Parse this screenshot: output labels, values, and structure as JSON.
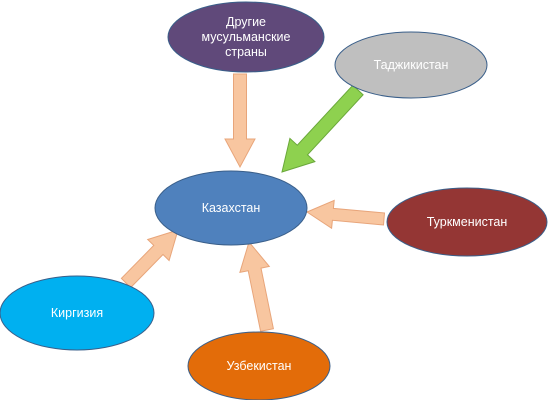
{
  "colors": {
    "background": "#ffffff",
    "arrow_fill": "#f8c6a0",
    "arrow_stroke": "#e8a57a",
    "highlight_arrow_fill": "#8ed14f",
    "highlight_arrow_stroke": "#6aa83a",
    "node_stroke": "#3a5f8a"
  },
  "nodes": [
    {
      "id": "other",
      "label_lines": [
        "Другие",
        "мусульманские",
        "страны"
      ],
      "fill": "#60497a"
    },
    {
      "id": "tajikistan",
      "label_lines": [
        "Таджикистан"
      ],
      "fill": "#bfbfbf"
    },
    {
      "id": "kazakhstan",
      "label_lines": [
        "Казахстан"
      ],
      "fill": "#4f81bd"
    },
    {
      "id": "turkmenistan",
      "label_lines": [
        "Туркменистан"
      ],
      "fill": "#943634"
    },
    {
      "id": "kyrgyzstan",
      "label_lines": [
        "Киргизия"
      ],
      "fill": "#00b0f0"
    },
    {
      "id": "uzbekistan",
      "label_lines": [
        "Узбекистан"
      ],
      "fill": "#e36c09"
    }
  ],
  "edges": [
    {
      "from": "other",
      "to": "kazakhstan",
      "style": "normal"
    },
    {
      "from": "tajikistan",
      "to": "kazakhstan",
      "style": "highlight"
    },
    {
      "from": "turkmenistan",
      "to": "kazakhstan",
      "style": "normal"
    },
    {
      "from": "kyrgyzstan",
      "to": "kazakhstan",
      "style": "normal"
    },
    {
      "from": "uzbekistan",
      "to": "kazakhstan",
      "style": "normal"
    }
  ]
}
